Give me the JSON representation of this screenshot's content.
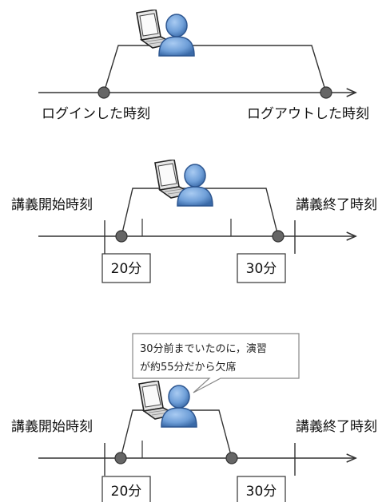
{
  "panel1": {
    "login_label": "ログインした時刻",
    "logout_label": "ログアウトした時刻"
  },
  "panel2": {
    "start_label": "講義開始時刻",
    "end_label": "講義終了時刻",
    "start_box": "20分",
    "end_box": "30分"
  },
  "panel3": {
    "start_label": "講義開始時刻",
    "end_label": "講義終了時刻",
    "start_box": "20分",
    "end_box": "30分",
    "bubble_line1": "30分前までいたのに，演習",
    "bubble_line2": "が約55分だから欠席"
  },
  "colors": {
    "person": "#6f9fd8",
    "person_dark": "#3a6aa8",
    "dot": "#666666",
    "line": "#333333"
  },
  "icons": [
    "laptop-icon",
    "person-icon"
  ]
}
